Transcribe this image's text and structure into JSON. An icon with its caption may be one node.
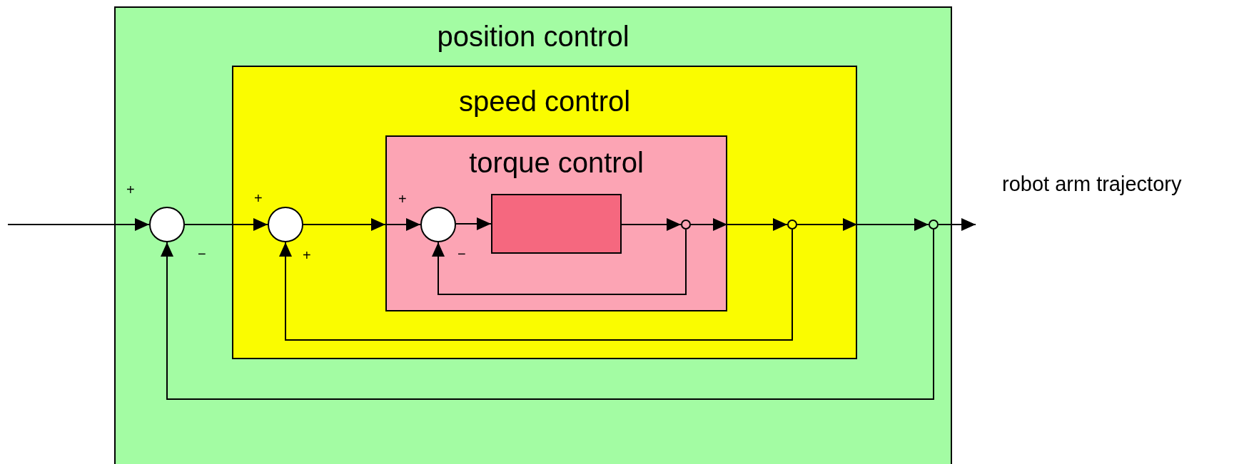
{
  "diagram": {
    "nodes": [
      {
        "text": [
          "position control"
        ]
      },
      {
        "text": [
          "speed control"
        ],
        "in": 0
      },
      {
        "text": [
          "torque control"
        ],
        "in": 1
      },
      {
        "text": [],
        "shape": "circle",
        "in": 0
      },
      {
        "text": [],
        "shape": "circle",
        "in": 1
      },
      {
        "text": [],
        "shape": "circle",
        "in": 2
      },
      {
        "text": [],
        "shape": "box",
        "in": 2
      },
      {
        "text": [],
        "shape": "circle",
        "in": 2
      },
      {
        "text": [],
        "shape": "circle",
        "in": 1
      },
      {
        "text": [],
        "shape": "circle",
        "in": 0
      }
    ],
    "edges": [
      {
        "from": null,
        "to": 3,
        "arrow": "to"
      },
      {
        "from": 3,
        "to": 4,
        "arrow": "to"
      },
      {
        "from": 4,
        "to": 2,
        "arrow": "to"
      },
      {
        "from": 2,
        "to": 5,
        "arrow": "to"
      },
      {
        "from": 5,
        "to": 6,
        "arrow": "to"
      },
      {
        "from": 6,
        "to": 7,
        "arrow": "to"
      },
      {
        "from": 7,
        "to": 2,
        "arrow": "to"
      },
      {
        "from": 2,
        "to": 8,
        "arrow": "to"
      },
      {
        "from": 8,
        "to": 1,
        "arrow": "to"
      },
      {
        "from": 1,
        "to": 9,
        "arrow": "to"
      },
      {
        "from": 9,
        "to": null,
        "arrow": "to"
      },
      {
        "from": 7,
        "to": 5,
        "arrow": "to"
      },
      {
        "from": 8,
        "to": 4,
        "arrow": "to"
      },
      {
        "from": 9,
        "to": 3,
        "arrow": "to"
      }
    ],
    "labels": [
      "+",
      "−",
      "+",
      "+",
      "+",
      "−",
      "robot arm trajectory"
    ]
  }
}
